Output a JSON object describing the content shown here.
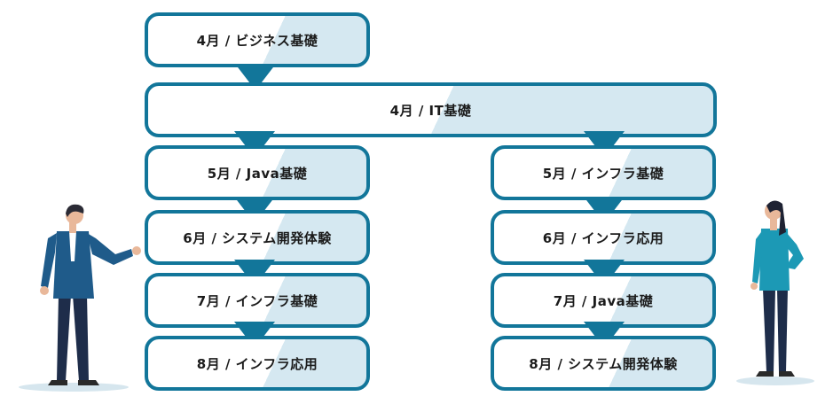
{
  "colors": {
    "border": "#12769a",
    "accent_fill": "#d5e8f1",
    "arrow": "#12769a"
  },
  "top_box": "4月 / ビジネス基礎",
  "common_box": "4月 / IT基礎",
  "left_track": [
    "5月 / Java基礎",
    "6月 / システム開発体験",
    "7月 / インフラ基礎",
    "8月 / インフラ応用"
  ],
  "right_track": [
    "5月 / インフラ基礎",
    "6月 / インフラ応用",
    "7月 / Java基礎",
    "8月 / システム開発体験"
  ],
  "illustrations": [
    "man-presenting-illustration",
    "woman-standing-illustration"
  ]
}
